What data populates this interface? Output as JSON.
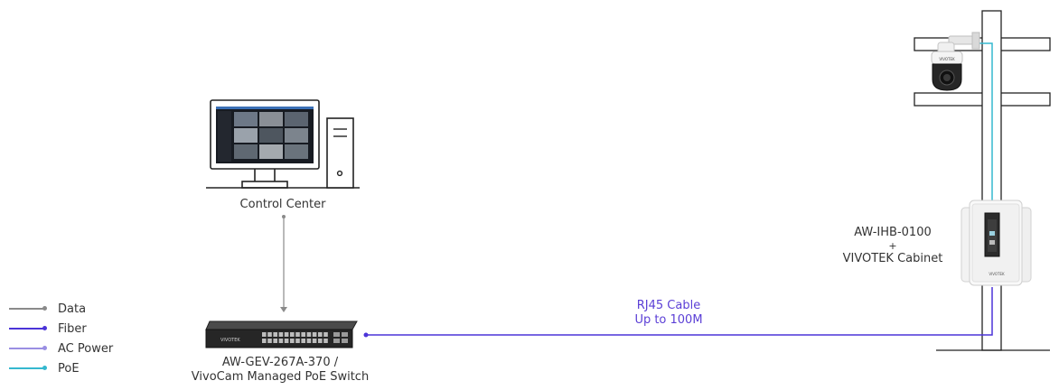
{
  "colors": {
    "data": "#8a8a8a",
    "fiber": "#4b34d8",
    "ac_power": "#9a8fe3",
    "poe": "#35b8cf",
    "outline": "#222222"
  },
  "legend": [
    {
      "label": "Data",
      "type": "data"
    },
    {
      "label": "Fiber",
      "type": "fiber"
    },
    {
      "label": "AC Power",
      "type": "ac_power"
    },
    {
      "label": "PoE",
      "type": "poe"
    }
  ],
  "nodes": {
    "control_center": {
      "label": "Control Center"
    },
    "switch": {
      "label_line1": "AW-GEV-267A-370 /",
      "label_line2": "VivoCam Managed PoE Switch",
      "brand_text": "VIVOTEK"
    },
    "cabinet": {
      "label_line1": "AW-IHB-0100",
      "label_line2": "+",
      "label_line3": "VIVOTEK Cabinet",
      "brand_text": "VIVOTEK"
    },
    "camera": {
      "brand_text": "VIVOTEK"
    }
  },
  "links": {
    "rj45": {
      "label_line1": "RJ45 Cable",
      "label_line2": "Up to 100M"
    }
  }
}
